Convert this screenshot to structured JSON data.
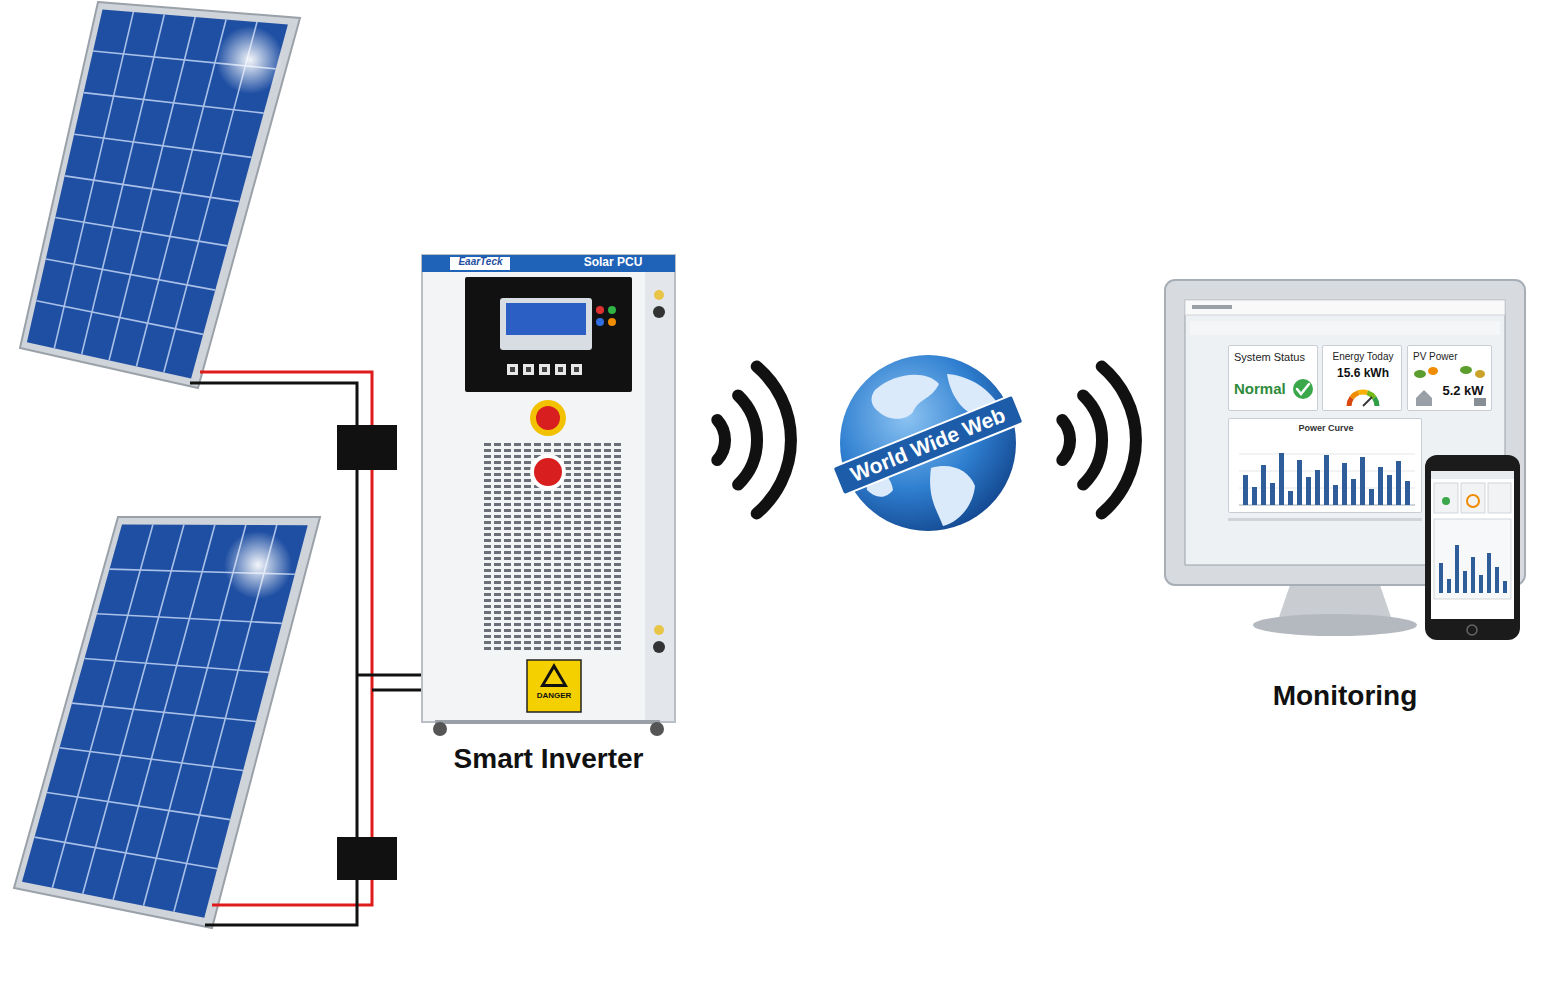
{
  "diagram": {
    "nodes": [
      {
        "text": [
          "EaarTeck",
          "Solar PCU",
          "DANGER",
          "Smart Inverter"
        ]
      },
      {
        "text": [
          "World Wide Web"
        ]
      },
      {
        "text": [
          "Monitoring"
        ]
      },
      {
        "text": [
          "System Status",
          "Normal"
        ],
        "in": 2
      },
      {
        "text": [
          "Energy Today",
          "15.6 kWh"
        ],
        "in": 2
      },
      {
        "text": [
          "PV Power",
          "5.2 kW"
        ],
        "in": 2
      },
      {
        "text": [
          "Power Curve"
        ],
        "in": 2
      }
    ]
  }
}
